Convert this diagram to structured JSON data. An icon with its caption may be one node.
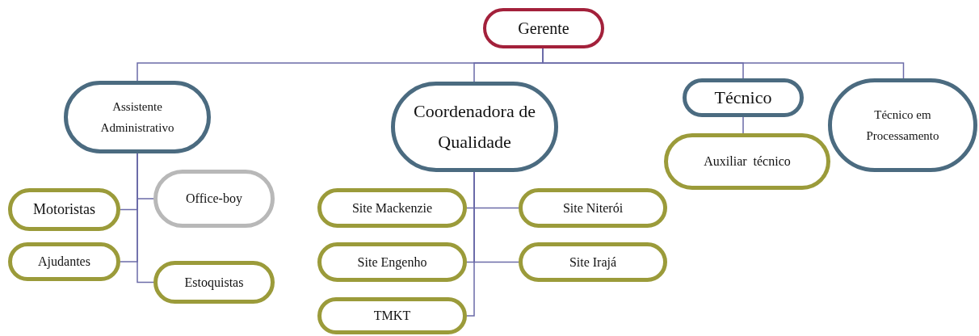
{
  "diagram": {
    "nodes": [
      {
        "text": [
          "Gerente"
        ]
      },
      {
        "text": [
          "Assistente Administrativo"
        ]
      },
      {
        "text": [
          "Coordenadora de Qualidade"
        ]
      },
      {
        "text": [
          "Técnico"
        ]
      },
      {
        "text": [
          "Técnico em Processamento"
        ]
      },
      {
        "text": [
          "Motoristas"
        ]
      },
      {
        "text": [
          "Office-boy"
        ]
      },
      {
        "text": [
          "Ajudantes"
        ]
      },
      {
        "text": [
          "Estoquistas"
        ]
      },
      {
        "text": [
          "Site Mackenzie"
        ]
      },
      {
        "text": [
          "Site Niterói"
        ]
      },
      {
        "text": [
          "Site Engenho"
        ]
      },
      {
        "text": [
          "Site Irajá"
        ]
      },
      {
        "text": [
          "TMKT"
        ]
      },
      {
        "text": [
          "Auxiliar  técnico"
        ]
      }
    ],
    "edges": [
      {
        "from": 0,
        "to": 1,
        "arrow": "none"
      },
      {
        "from": 0,
        "to": 2,
        "arrow": "none"
      },
      {
        "from": 0,
        "to": 3,
        "arrow": "none"
      },
      {
        "from": 0,
        "to": 4,
        "arrow": "none"
      },
      {
        "from": 1,
        "to": 5,
        "arrow": "none"
      },
      {
        "from": 1,
        "to": 6,
        "arrow": "none"
      },
      {
        "from": 1,
        "to": 7,
        "arrow": "none"
      },
      {
        "from": 1,
        "to": 8,
        "arrow": "none"
      },
      {
        "from": 2,
        "to": 9,
        "arrow": "none"
      },
      {
        "from": 2,
        "to": 10,
        "arrow": "none"
      },
      {
        "from": 2,
        "to": 11,
        "arrow": "none"
      },
      {
        "from": 2,
        "to": 12,
        "arrow": "none"
      },
      {
        "from": 2,
        "to": 13,
        "arrow": "none"
      },
      {
        "from": 3,
        "to": 14,
        "arrow": "none"
      }
    ]
  }
}
